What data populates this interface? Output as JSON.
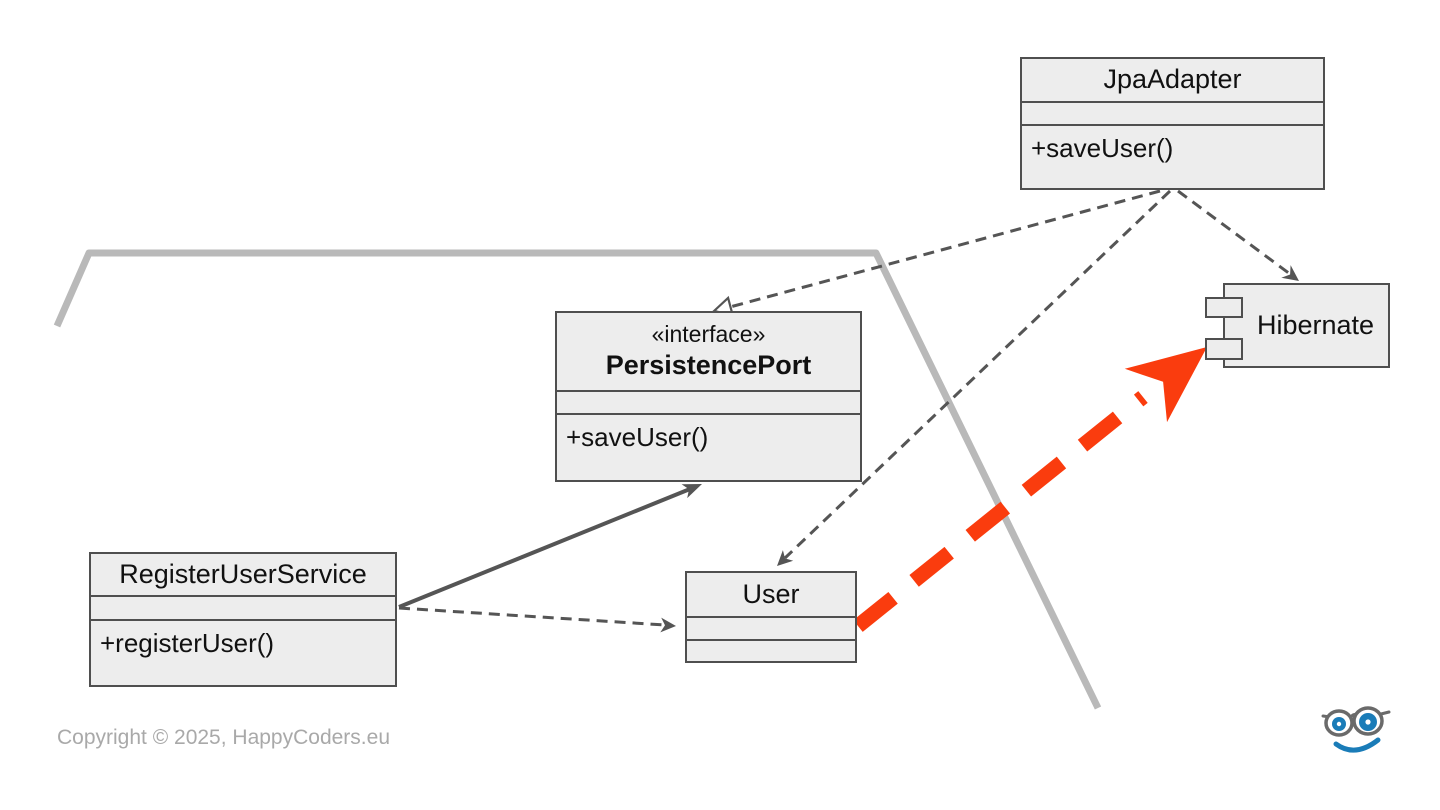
{
  "diagram": {
    "type": "uml-class-diagram",
    "classes": {
      "jpa_adapter": {
        "name": "JpaAdapter",
        "methods": [
          "+saveUser()"
        ]
      },
      "persistence_port": {
        "stereotype": "«interface»",
        "name": "PersistencePort",
        "methods": [
          "+saveUser()"
        ]
      },
      "register_user_service": {
        "name": "RegisterUserService",
        "methods": [
          "+registerUser()"
        ]
      },
      "user": {
        "name": "User"
      },
      "hibernate": {
        "name": "Hibernate",
        "kind": "component-with-ports"
      }
    },
    "relationships": [
      {
        "from": "JpaAdapter",
        "to": "PersistencePort",
        "type": "realization",
        "style": "dashed, hollow triangle head"
      },
      {
        "from": "JpaAdapter",
        "to": "User",
        "type": "dependency",
        "style": "dashed, open vee head"
      },
      {
        "from": "JpaAdapter",
        "to": "Hibernate",
        "type": "dependency",
        "style": "dashed, open vee head"
      },
      {
        "from": "RegisterUserService",
        "to": "PersistencePort",
        "type": "association",
        "style": "solid, filled head"
      },
      {
        "from": "RegisterUserService",
        "to": "User",
        "type": "dependency",
        "style": "dashed, open vee head"
      },
      {
        "from": "User",
        "to": "Hibernate",
        "type": "forbidden-dependency-highlight",
        "style": "thick red dashed arrow"
      }
    ],
    "boundary": "hexagon edge segment (thick light-gray line)"
  },
  "footer": {
    "copyright": "Copyright © 2025, HappyCoders.eu"
  },
  "colors": {
    "box_fill": "#ededed",
    "box_border": "#4f4f4f",
    "arrow_dark": "#555555",
    "hexagon_boundary": "#b9b9b9",
    "highlight_red": "#fa3c0e",
    "logo_blue": "#1a7cb8",
    "logo_frame_gray": "#6a6a6a",
    "copyright_gray": "#a9a9a9"
  }
}
